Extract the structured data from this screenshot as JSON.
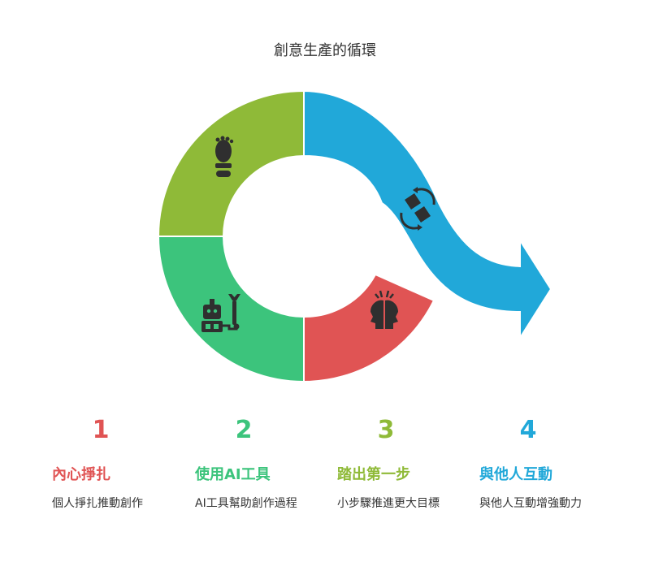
{
  "title": "創意生產的循環",
  "steps": [
    {
      "number": "1",
      "title": "內心掙扎",
      "description": "個人掙扎推動創作",
      "color": "#e05454",
      "icon": "struggling-heads-icon"
    },
    {
      "number": "2",
      "title": "使用AI工具",
      "description": "AI工具幫助創作過程",
      "color": "#3cc47c",
      "icon": "robot-wrench-icon"
    },
    {
      "number": "3",
      "title": "踏出第一步",
      "description": "小步驟推進更大目標",
      "color": "#8fba38",
      "icon": "footprint-icon"
    },
    {
      "number": "4",
      "title": "與他人互動",
      "description": "與他人互動增強動力",
      "color": "#21a8d9",
      "icon": "collaboration-icon"
    }
  ]
}
